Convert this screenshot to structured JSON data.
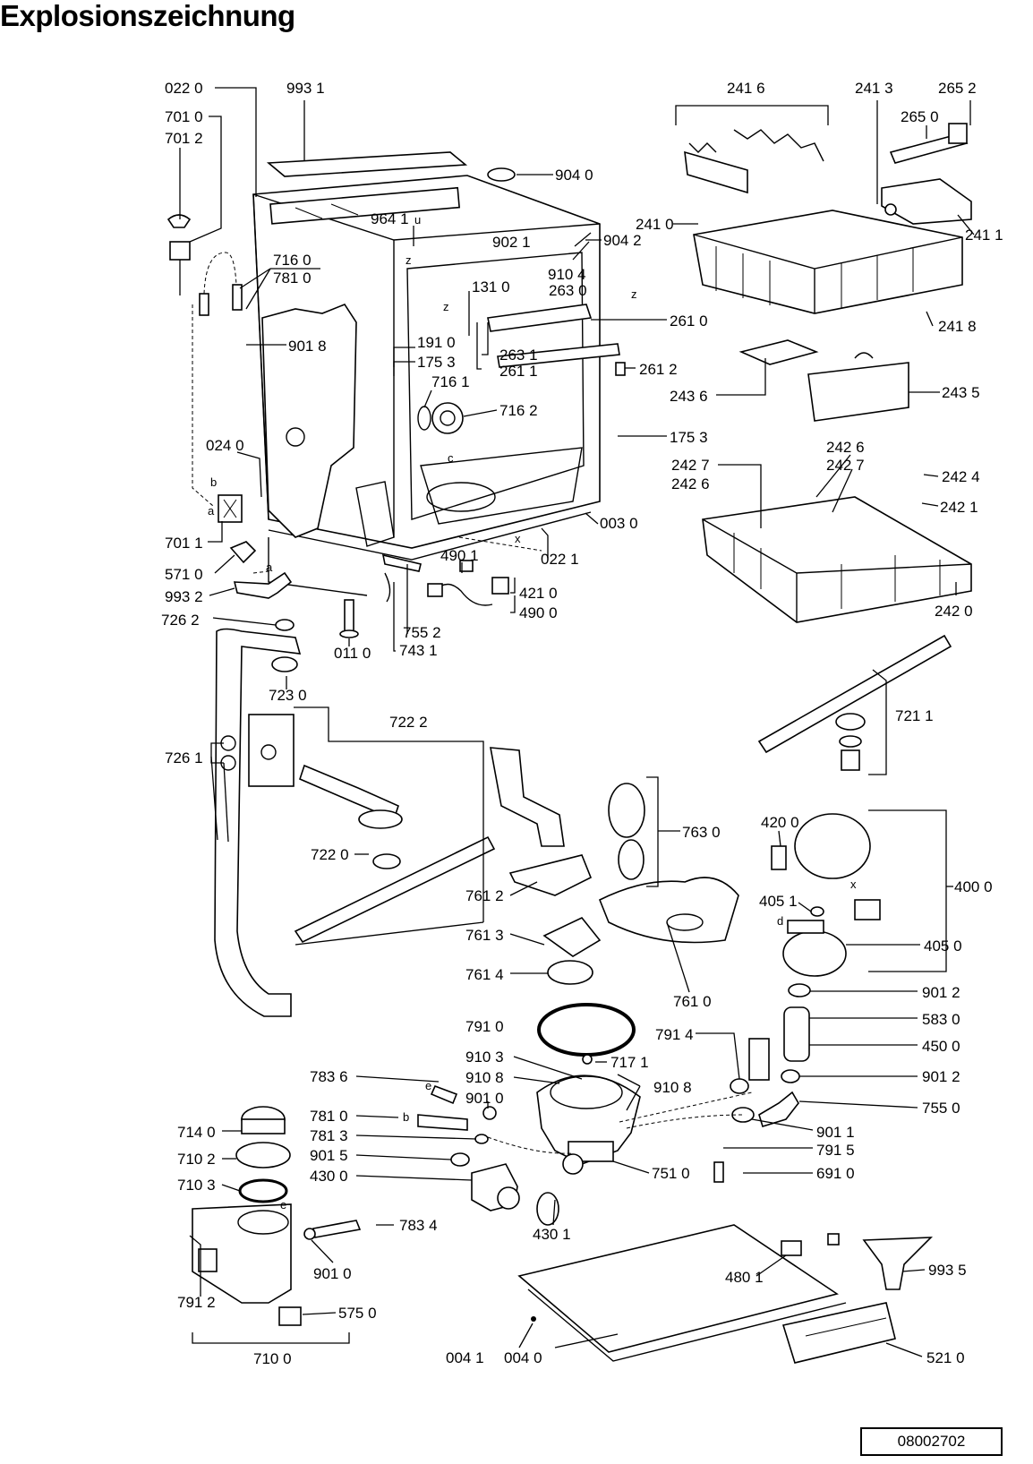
{
  "title": "Explosionszeichnung",
  "document_number": "08002702",
  "callouts": [
    {
      "id": "0220",
      "text": "022 0"
    },
    {
      "id": "9931",
      "text": "993 1"
    },
    {
      "id": "7010",
      "text": "701 0"
    },
    {
      "id": "7012",
      "text": "701 2"
    },
    {
      "id": "9040",
      "text": "904 0"
    },
    {
      "id": "9641",
      "text": "964 1"
    },
    {
      "id": "9021",
      "text": "902 1"
    },
    {
      "id": "9042",
      "text": "904 2"
    },
    {
      "id": "9104",
      "text": "910 4"
    },
    {
      "id": "7160",
      "text": "716 0"
    },
    {
      "id": "7810a",
      "text": "781 0"
    },
    {
      "id": "1310",
      "text": "131 0"
    },
    {
      "id": "2630",
      "text": "263 0"
    },
    {
      "id": "9018",
      "text": "901 8"
    },
    {
      "id": "1910",
      "text": "191 0"
    },
    {
      "id": "1753a",
      "text": "175 3"
    },
    {
      "id": "2631",
      "text": "263 1"
    },
    {
      "id": "2611",
      "text": "261 1"
    },
    {
      "id": "2610",
      "text": "261 0"
    },
    {
      "id": "2612",
      "text": "261 2"
    },
    {
      "id": "7161",
      "text": "716 1"
    },
    {
      "id": "7162",
      "text": "716 2"
    },
    {
      "id": "1753b",
      "text": "175 3"
    },
    {
      "id": "0240",
      "text": "024 0"
    },
    {
      "id": "0030",
      "text": "003 0"
    },
    {
      "id": "7011",
      "text": "701 1"
    },
    {
      "id": "5710",
      "text": "571 0"
    },
    {
      "id": "4901",
      "text": "490 1"
    },
    {
      "id": "0221",
      "text": "022 1"
    },
    {
      "id": "4210",
      "text": "421 0"
    },
    {
      "id": "4900",
      "text": "490 0"
    },
    {
      "id": "9932",
      "text": "993 2"
    },
    {
      "id": "7552",
      "text": "755 2"
    },
    {
      "id": "7431",
      "text": "743 1"
    },
    {
      "id": "0110",
      "text": "011 0"
    },
    {
      "id": "7262",
      "text": "726 2"
    },
    {
      "id": "7230",
      "text": "723 0"
    },
    {
      "id": "2416",
      "text": "241 6"
    },
    {
      "id": "2413",
      "text": "241 3"
    },
    {
      "id": "2652",
      "text": "265 2"
    },
    {
      "id": "2650",
      "text": "265 0"
    },
    {
      "id": "2410",
      "text": "241 0"
    },
    {
      "id": "2411",
      "text": "241 1"
    },
    {
      "id": "2418",
      "text": "241 8"
    },
    {
      "id": "2436",
      "text": "243 6"
    },
    {
      "id": "2435",
      "text": "243 5"
    },
    {
      "id": "2427",
      "text": "242 7"
    },
    {
      "id": "2426a",
      "text": "242 6"
    },
    {
      "id": "2426b",
      "text": "242 6"
    },
    {
      "id": "2427b",
      "text": "242 7"
    },
    {
      "id": "2424",
      "text": "242 4"
    },
    {
      "id": "2421",
      "text": "242 1"
    },
    {
      "id": "2420",
      "text": "242 0"
    },
    {
      "id": "7222",
      "text": "722 2"
    },
    {
      "id": "7261",
      "text": "726 1"
    },
    {
      "id": "7220",
      "text": "722 0"
    },
    {
      "id": "7211",
      "text": "721 1"
    },
    {
      "id": "7630",
      "text": "763 0"
    },
    {
      "id": "7612",
      "text": "761 2"
    },
    {
      "id": "7613",
      "text": "761 3"
    },
    {
      "id": "7614",
      "text": "761 4"
    },
    {
      "id": "7610",
      "text": "761 0"
    },
    {
      "id": "4200",
      "text": "420 0"
    },
    {
      "id": "4000",
      "text": "400 0"
    },
    {
      "id": "4051",
      "text": "405 1"
    },
    {
      "id": "4050",
      "text": "405 0"
    },
    {
      "id": "9012a",
      "text": "901 2"
    },
    {
      "id": "7910",
      "text": "791 0"
    },
    {
      "id": "5830",
      "text": "583 0"
    },
    {
      "id": "7914",
      "text": "791 4"
    },
    {
      "id": "4500",
      "text": "450 0"
    },
    {
      "id": "9103",
      "text": "910 3"
    },
    {
      "id": "7171",
      "text": "717 1"
    },
    {
      "id": "9108a",
      "text": "910 8"
    },
    {
      "id": "9108b",
      "text": "910 8"
    },
    {
      "id": "9012b",
      "text": "901 2"
    },
    {
      "id": "7836",
      "text": "783 6"
    },
    {
      "id": "9010a",
      "text": "901 0"
    },
    {
      "id": "7550",
      "text": "755 0"
    },
    {
      "id": "7140",
      "text": "714 0"
    },
    {
      "id": "7810b",
      "text": "781 0"
    },
    {
      "id": "9011",
      "text": "901 1"
    },
    {
      "id": "7813",
      "text": "781 3"
    },
    {
      "id": "7915",
      "text": "791 5"
    },
    {
      "id": "7102",
      "text": "710 2"
    },
    {
      "id": "9015",
      "text": "901 5"
    },
    {
      "id": "6910",
      "text": "691 0"
    },
    {
      "id": "4300",
      "text": "430 0"
    },
    {
      "id": "7510",
      "text": "751 0"
    },
    {
      "id": "7103",
      "text": "710 3"
    },
    {
      "id": "4301",
      "text": "430 1"
    },
    {
      "id": "7834",
      "text": "783 4"
    },
    {
      "id": "9010b",
      "text": "901 0"
    },
    {
      "id": "7912",
      "text": "791 2"
    },
    {
      "id": "4801",
      "text": "480 1"
    },
    {
      "id": "9935",
      "text": "993 5"
    },
    {
      "id": "5750",
      "text": "575 0"
    },
    {
      "id": "7100",
      "text": "710 0"
    },
    {
      "id": "0041",
      "text": "004 1"
    },
    {
      "id": "0040",
      "text": "004 0"
    },
    {
      "id": "5210",
      "text": "521 0"
    }
  ],
  "markers": [
    {
      "id": "u",
      "text": "u"
    },
    {
      "id": "z1",
      "text": "z"
    },
    {
      "id": "z2",
      "text": "z"
    },
    {
      "id": "z3",
      "text": "z"
    },
    {
      "id": "c",
      "text": "c"
    },
    {
      "id": "x1",
      "text": "x"
    },
    {
      "id": "x2",
      "text": "x"
    },
    {
      "id": "b1",
      "text": "b"
    },
    {
      "id": "a1",
      "text": "a"
    },
    {
      "id": "a2",
      "text": "a"
    },
    {
      "id": "d",
      "text": "d"
    },
    {
      "id": "e1",
      "text": "e"
    },
    {
      "id": "e2",
      "text": "e"
    },
    {
      "id": "b2",
      "text": "b"
    }
  ]
}
